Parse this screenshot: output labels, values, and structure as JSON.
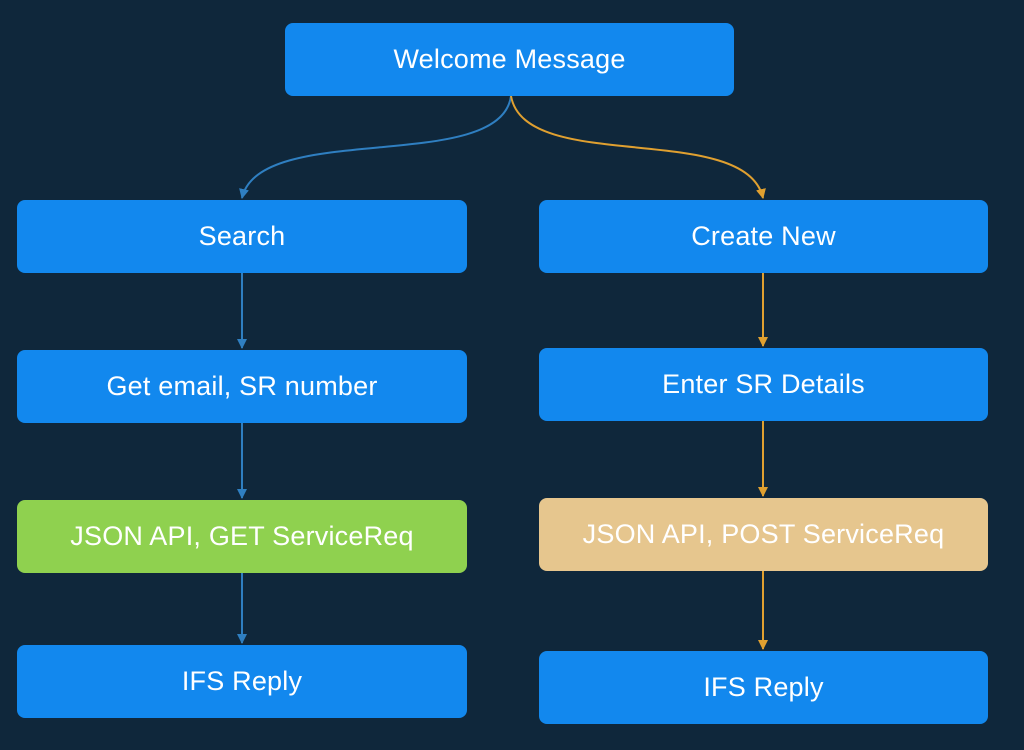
{
  "colors": {
    "background": "#0f273b",
    "node_blue": "#1288ee",
    "node_green": "#8fd14f",
    "node_tan": "#e6c68e",
    "connector_left": "#2f7fc1",
    "connector_right": "#e0a030"
  },
  "nodes": {
    "welcome": "Welcome Message",
    "search": "Search",
    "create_new": "Create New",
    "get_email": "Get email, SR number",
    "enter_details": "Enter SR Details",
    "json_get": "JSON API, GET ServiceReq",
    "json_post": "JSON API, POST ServiceReq",
    "ifs_reply_left": "IFS Reply",
    "ifs_reply_right": "IFS Reply"
  },
  "edges": [
    {
      "from": "welcome",
      "to": "search"
    },
    {
      "from": "welcome",
      "to": "create_new"
    },
    {
      "from": "search",
      "to": "get_email"
    },
    {
      "from": "get_email",
      "to": "json_get"
    },
    {
      "from": "json_get",
      "to": "ifs_reply_left"
    },
    {
      "from": "create_new",
      "to": "enter_details"
    },
    {
      "from": "enter_details",
      "to": "json_post"
    },
    {
      "from": "json_post",
      "to": "ifs_reply_right"
    }
  ]
}
